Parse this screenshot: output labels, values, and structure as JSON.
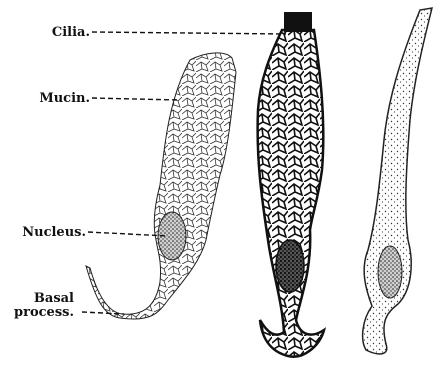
{
  "labels": {
    "cilia": "Cilia.",
    "mucin": "Mucin.",
    "nucleus": "Nucleus.",
    "basal_line1": "Basal",
    "basal_line2": "process."
  },
  "colors": {
    "ink": "#111111",
    "paper": "#ffffff",
    "cell_fill_light": "#e8e8e8",
    "nucleus_fill": "#7a7a7a"
  }
}
